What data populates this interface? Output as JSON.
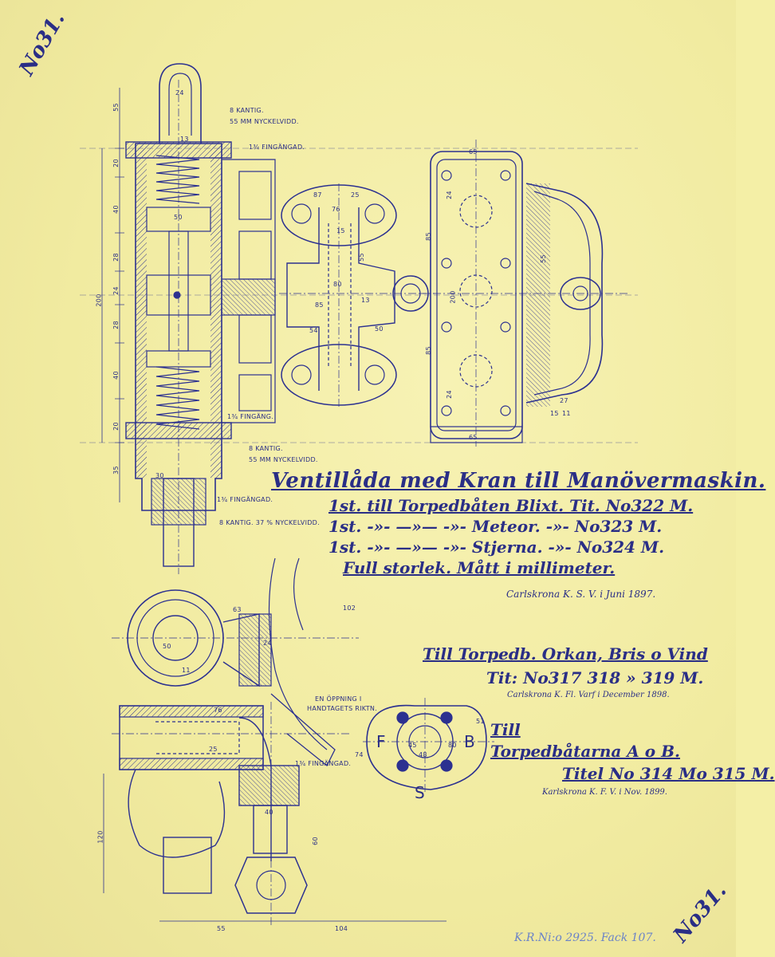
{
  "sheet_number_top": "No31.",
  "sheet_number_bottom": "No31.",
  "title": {
    "main": "Ventillåda med Kran till Manövermaskin.",
    "line1": "1st. till Torpedbåten Blixt. Tit. No322 M.",
    "line2": "1st. -»- —»— -»- Meteor. -»- No323 M.",
    "line3": "1st. -»- —»— -»- Stjerna. -»- No324 M.",
    "scale_note": "Full storlek. Mått i millimeter."
  },
  "signature_1": "Carlskrona K. S. V. i Juni 1897.",
  "addendum_1": {
    "line1": "Till Torpedb. Orkan, Bris o Vind",
    "line2": "Tit: No317 318 » 319 M.",
    "signature": "Carlskrona K. Fl. Varf i December 1898."
  },
  "addendum_2": {
    "line1": "Till",
    "line2": "Torpedbåtarna A o B.",
    "line3": "Titel No 314 Mo 315 M.",
    "signature": "Karlskrona K. F. V. i Nov. 1899."
  },
  "archive_stamp": "K.R.Ni:o 2925. Fack 107.",
  "annotations": {
    "kantig_top": "8 KANTIG.",
    "nyckelvidd_top": "55 MM NYCKELVIDD.",
    "fingangad_top": "1¾ FINGÄNGAD.",
    "fingang_mid": "1¾ FINGÄNG.",
    "fingangad_lower": "1¾ FINGÄNGAD.",
    "kantig_mid": "8 KANTIG.",
    "nyckelvidd_mid": "55 MM NYCKELVIDD.",
    "fingangad_low": "1¾ FINGÄNGAD.",
    "kantig_bottom": "8 KANTIG. 37 % NYCKELVIDD.",
    "enoppning": "EN ÖPPNING I",
    "handtagets": "HANDTAGETS RIKTN.",
    "fingangad_section": "1¾ FINGÄNGAD."
  },
  "valve_letters": {
    "f": "F",
    "b": "B",
    "s": "S"
  },
  "dimensions": {
    "left_55": "55",
    "left_20a": "20",
    "left_40a": "40",
    "left_28a": "28",
    "left_24": "24",
    "left_28b": "28",
    "left_40b": "40",
    "left_20b": "20",
    "left_35": "35",
    "left_200": "200",
    "center_200": "200",
    "top_24": "24",
    "d_13": "13",
    "d_50": "50",
    "d_30": "30",
    "mid_87": "87",
    "mid_25": "25",
    "mid_76": "76",
    "mid_15": "15",
    "mid_55": "55",
    "mid_80": "80",
    "mid_85": "85",
    "mid_54": "54",
    "mid_50": "50",
    "mid_13": "13",
    "right_65a": "65",
    "right_65b": "65",
    "right_24a": "24",
    "right_85a": "85",
    "right_85b": "85",
    "right_24b": "24",
    "right_200": "200",
    "right_55": "55",
    "right_15": "15",
    "right_11": "11",
    "right_27": "27",
    "bot_102": "102",
    "bot_63": "63",
    "bot_50": "50",
    "bot_24": "24",
    "bot_11": "11",
    "bot_76": "76",
    "bot_25": "25",
    "bot_40": "40",
    "bot_60": "60",
    "bot_120": "120",
    "bot_55": "55",
    "bot_104": "104",
    "valve_45": "45",
    "valve_48": "48",
    "valve_80": "80",
    "valve_74": "74",
    "valve_51": "51"
  }
}
